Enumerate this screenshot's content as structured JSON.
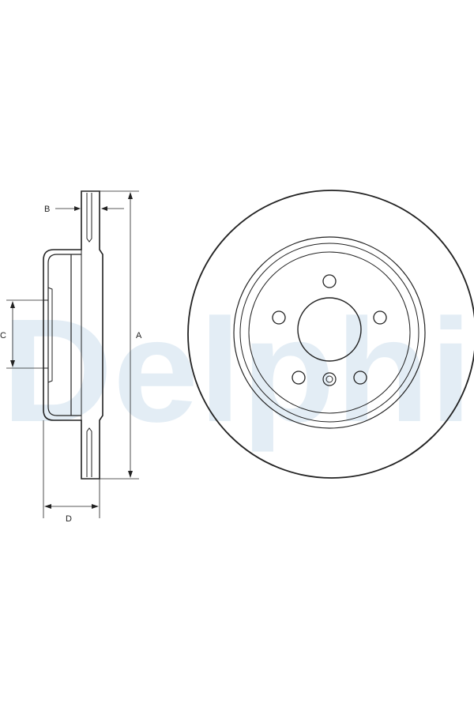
{
  "watermark": {
    "text": "Delphi",
    "color": "#e3edf5"
  },
  "dimensions": {
    "a": "A",
    "b": "B",
    "c": "C",
    "d": "D"
  },
  "colors": {
    "line": "#222222",
    "section_fill": "#f4f6f8",
    "background": "#ffffff"
  }
}
